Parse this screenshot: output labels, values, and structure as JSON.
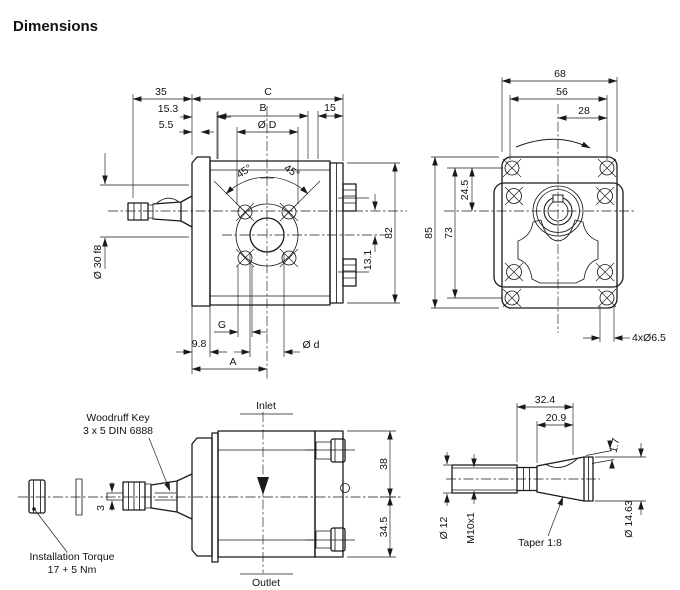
{
  "title": "Dimensions",
  "side_view": {
    "d35": "35",
    "dC": "C",
    "dB": "B",
    "d15": "15",
    "dOD": "Ø D",
    "d153": "15.3",
    "d55": "5.5",
    "a45l": "45°",
    "a45r": "45°",
    "d82": "82",
    "d131": "13.1",
    "d30": "Ø 30 f8",
    "dG": "G",
    "d98": "9.8",
    "dA": "A",
    "dOd": "Ø d"
  },
  "front_view": {
    "d68": "68",
    "d56": "56",
    "d28": "28",
    "d85": "85",
    "d73": "73",
    "d245": "24.5",
    "d4x65": "4xØ6.5"
  },
  "top_view": {
    "inlet": "Inlet",
    "outlet": "Outlet",
    "woodruff1": "Woodruff Key",
    "woodruff2": "3 x 5 DIN 6888",
    "torque1": "Installation Torque",
    "torque2": "17 + 5 Nm",
    "d3": "3",
    "d38": "38",
    "d345": "34.5"
  },
  "shaft_detail": {
    "d324": "32.4",
    "d209": "20.9",
    "d17": "1.7",
    "d12": "Ø 12",
    "m10": "M10x1",
    "taper": "Taper 1:8",
    "d1463": "Ø 14.63"
  },
  "colors": {
    "line": "#1a1a1a",
    "background": "#ffffff"
  }
}
